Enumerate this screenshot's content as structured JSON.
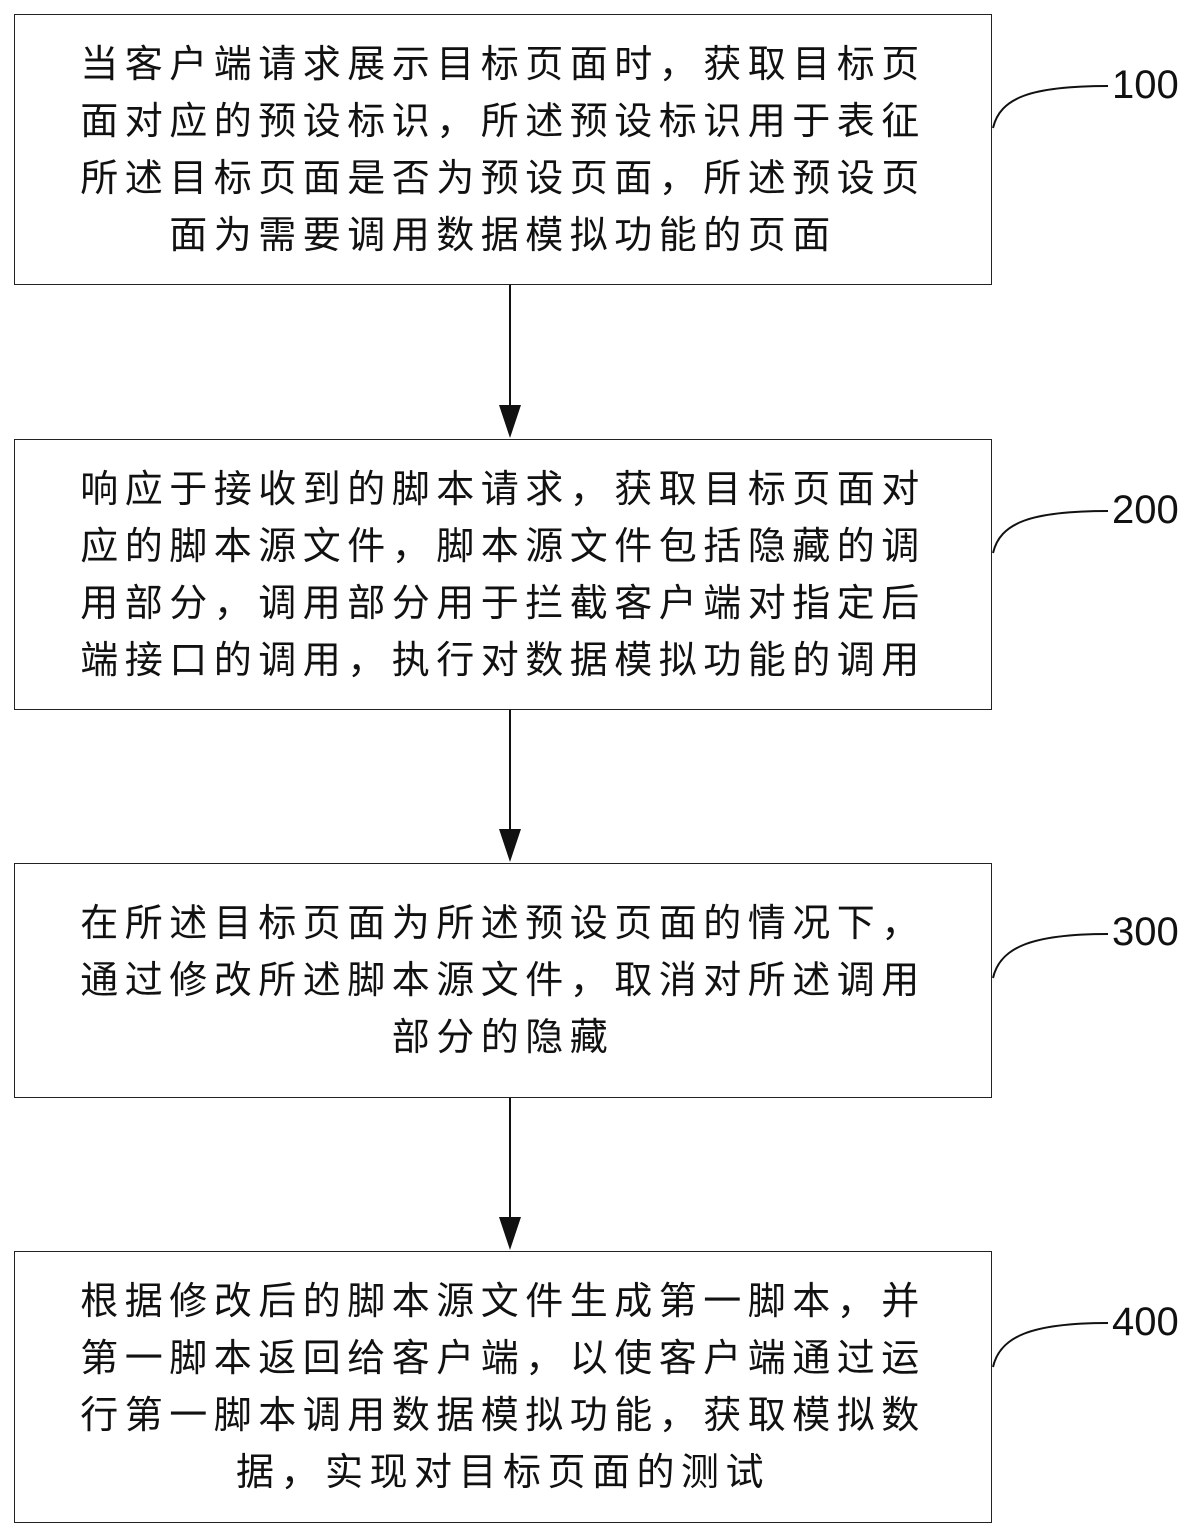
{
  "steps": [
    {
      "label": "100",
      "lines": [
        "当客户端请求展示目标页面时，获取目标页",
        "面对应的预设标识，所述预设标识用于表征",
        "所述目标页面是否为预设页面，所述预设页",
        "面为需要调用数据模拟功能的页面"
      ]
    },
    {
      "label": "200",
      "lines": [
        "响应于接收到的脚本请求，获取目标页面对",
        "应的脚本源文件，脚本源文件包括隐藏的调",
        "用部分，调用部分用于拦截客户端对指定后",
        "端接口的调用，执行对数据模拟功能的调用"
      ]
    },
    {
      "label": "300",
      "lines": [
        "在所述目标页面为所述预设页面的情况下，",
        "通过修改所述脚本源文件，取消对所述调用",
        "部分的隐藏"
      ]
    },
    {
      "label": "400",
      "lines": [
        "根据修改后的脚本源文件生成第一脚本，并",
        "第一脚本返回给客户端，以使客户端通过运",
        "行第一脚本调用数据模拟功能，获取模拟数",
        "据，实现对目标页面的测试"
      ]
    }
  ]
}
